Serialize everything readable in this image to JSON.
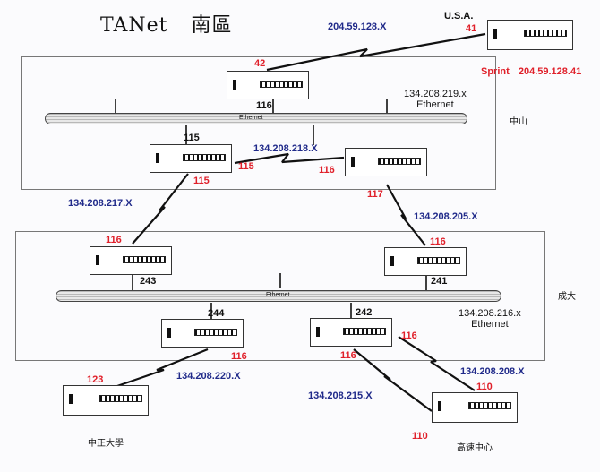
{
  "title": {
    "main": "TANet",
    "sub": "南區"
  },
  "top_labels": {
    "usa": "U.S.A.",
    "usa_ip": "204.59.128.X",
    "sprint": "Sprint",
    "sprint_ip": "204.59.128.41"
  },
  "regions": {
    "zhongshan": "中山",
    "chengda": "成大"
  },
  "ethernet": {
    "top_label": "Ethernet",
    "bottom_label": "Ethernet",
    "top_net": "134.208.219.x",
    "top_net_label": "Ethernet",
    "bottom_net": "134.208.216.x",
    "bottom_net_label": "Ethernet"
  },
  "networks": {
    "n217": "134.208.217.X",
    "n218": "134.208.218.X",
    "n205": "134.208.205.X",
    "n220": "134.208.220.X",
    "n215": "134.208.215.X",
    "n208": "134.208.208.X"
  },
  "ports": {
    "p41": "41",
    "p42": "42",
    "p116a": "116",
    "p115a": "115",
    "p115b": "115",
    "p115c": "115",
    "p116b": "116",
    "p117": "117",
    "p116c": "116",
    "p116d": "116",
    "p243": "243",
    "p241": "241",
    "p244": "244",
    "p242": "242",
    "p116e": "116",
    "p116f": "116",
    "p116g": "116",
    "p123": "123",
    "p110a": "110",
    "p110b": "110"
  },
  "sites": {
    "zhongzheng": "中正大學",
    "kaohsiung": "高速中心"
  }
}
